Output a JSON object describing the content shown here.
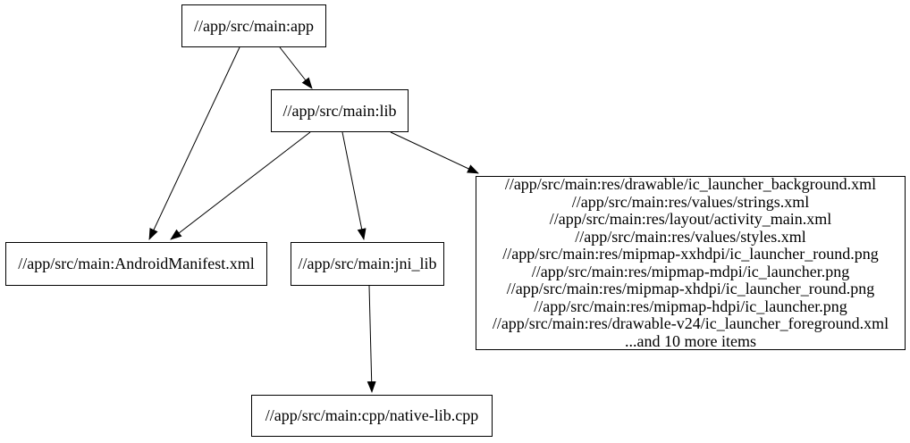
{
  "diagram": {
    "type": "dependency-graph",
    "background_color": "#ffffff",
    "node_fill_color": "#ffffff",
    "node_border_color": "#000000",
    "edge_color": "#000000",
    "text_color": "#000000",
    "nodes": {
      "app": {
        "label": "//app/src/main:app"
      },
      "lib": {
        "label": "//app/src/main:lib"
      },
      "manifest": {
        "label": "//app/src/main:AndroidManifest.xml"
      },
      "jni_lib": {
        "label": "//app/src/main:jni_lib"
      },
      "resources": {
        "lines": [
          "//app/src/main:res/drawable/ic_launcher_background.xml",
          "//app/src/main:res/values/strings.xml",
          "//app/src/main:res/layout/activity_main.xml",
          "//app/src/main:res/values/styles.xml",
          "//app/src/main:res/mipmap-xxhdpi/ic_launcher_round.png",
          "//app/src/main:res/mipmap-mdpi/ic_launcher.png",
          "//app/src/main:res/mipmap-xhdpi/ic_launcher_round.png",
          "//app/src/main:res/mipmap-hdpi/ic_launcher.png",
          "//app/src/main:res/drawable-v24/ic_launcher_foreground.xml",
          "...and 10 more items"
        ]
      },
      "native_lib": {
        "label": "//app/src/main:cpp/native-lib.cpp"
      }
    },
    "edges": [
      {
        "from": "//app/src/main:app",
        "to": "//app/src/main:lib"
      },
      {
        "from": "//app/src/main:app",
        "to": "//app/src/main:AndroidManifest.xml"
      },
      {
        "from": "//app/src/main:lib",
        "to": "//app/src/main:AndroidManifest.xml"
      },
      {
        "from": "//app/src/main:lib",
        "to": "//app/src/main:jni_lib"
      },
      {
        "from": "//app/src/main:lib",
        "to": "//app/src/main:res (resources group)"
      },
      {
        "from": "//app/src/main:jni_lib",
        "to": "//app/src/main:cpp/native-lib.cpp"
      }
    ]
  }
}
